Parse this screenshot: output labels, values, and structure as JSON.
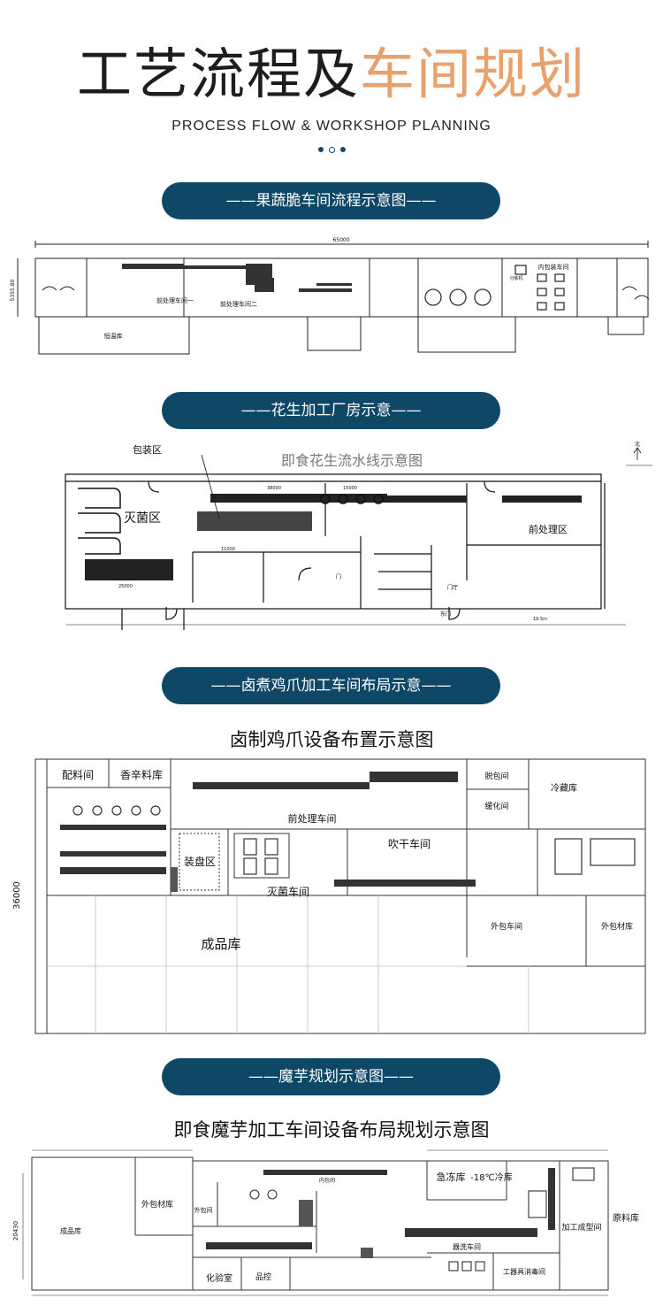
{
  "header": {
    "title_part1": "工艺流程及",
    "title_part2": "车间规划",
    "subtitle": "PROCESS FLOW & WORKSHOP PLANNING",
    "accent_color": "#e8a06c",
    "pill_color": "#0f4766"
  },
  "section1": {
    "pill": "——果蔬脆车间流程示意图——",
    "dimension_top": "65000",
    "dimension_side": "5355.80",
    "rooms": {
      "pre_room1": "前处理车间一",
      "pre_room2": "前处理车间二",
      "store": "恒温库",
      "inner_pack": "内包装车间",
      "sort": "分拣机"
    }
  },
  "section2": {
    "pill": "——花生加工厂房示意——",
    "caption": "即食花生流水线示意图",
    "rooms": {
      "pack": "包装区",
      "steril": "灭菌区",
      "pre": "前处理区",
      "gate1": "门",
      "east": "东门",
      "door": "门厅",
      "north": "北"
    },
    "dims": {
      "d1": "38000",
      "d2": "15000",
      "d3": "11000",
      "d4": "25000",
      "d5": "19.5m"
    }
  },
  "section3": {
    "pill": "——卤煮鸡爪加工车间布局示意——",
    "caption": "卤制鸡爪设备布置示意图",
    "dimension_side": "36000",
    "rooms": {
      "mix": "配料间",
      "spice": "香辛料库",
      "pre": "前处理车间",
      "blow": "吹干车间",
      "sterile": "灭菌车间",
      "tray": "装盘区",
      "finished": "成品库",
      "cold": "冷藏库",
      "buffer": "缓化间",
      "unpack": "脱包间",
      "outer_pack": "外包车间",
      "outer_mat": "外包材库"
    }
  },
  "section4": {
    "pill": "——魔芋规划示意图——",
    "caption": "即食魔芋加工车间设备布局规划示意图",
    "dimension_side": "20430",
    "rooms": {
      "finished": "成品库",
      "outer_mat": "外包材库",
      "outer_pack": "外包间",
      "lab": "化验室",
      "qc": "品控",
      "freeze": "急冻库",
      "cold": "-18℃冷库",
      "process": "加工成型间",
      "raw": "原料库",
      "wash": "器洗车间",
      "tool": "工器具消毒间",
      "inner_pack": "内包间"
    }
  }
}
